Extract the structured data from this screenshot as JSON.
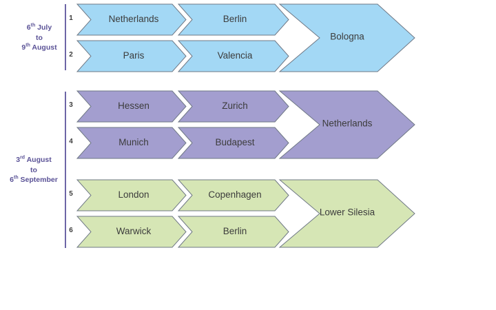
{
  "periods": [
    {
      "line1_pre": "6",
      "line1_sup": "th",
      "line1_post": " July",
      "line2": "to",
      "line3_pre": "9",
      "line3_sup": "th",
      "line3_post": " August"
    },
    {
      "line1_pre": "3",
      "line1_sup": "rd",
      "line1_post": " August",
      "line2": "to",
      "line3_pre": "6",
      "line3_sup": "th",
      "line3_post": " September"
    }
  ],
  "groups": [
    {
      "color": "#a3d8f5",
      "destination": "Bologna",
      "routes": [
        {
          "num": "1",
          "first": "Netherlands",
          "second": "Berlin"
        },
        {
          "num": "2",
          "first": "Paris",
          "second": "Valencia"
        }
      ]
    },
    {
      "color": "#a39ecf",
      "destination": "Netherlands",
      "routes": [
        {
          "num": "3",
          "first": "Hessen",
          "second": "Zurich"
        },
        {
          "num": "4",
          "first": "Munich",
          "second": "Budapest"
        }
      ]
    },
    {
      "color": "#d6e6b5",
      "destination": "Lower Silesia",
      "routes": [
        {
          "num": "5",
          "first": "London",
          "second": "Copenhagen"
        },
        {
          "num": "6",
          "first": "Warwick",
          "second": "Berlin"
        }
      ]
    }
  ],
  "colors": {
    "stroke": "#6f7885",
    "text": "#3c3c3c",
    "period_text": "#5a5296",
    "bracket": "#6d66a6"
  }
}
